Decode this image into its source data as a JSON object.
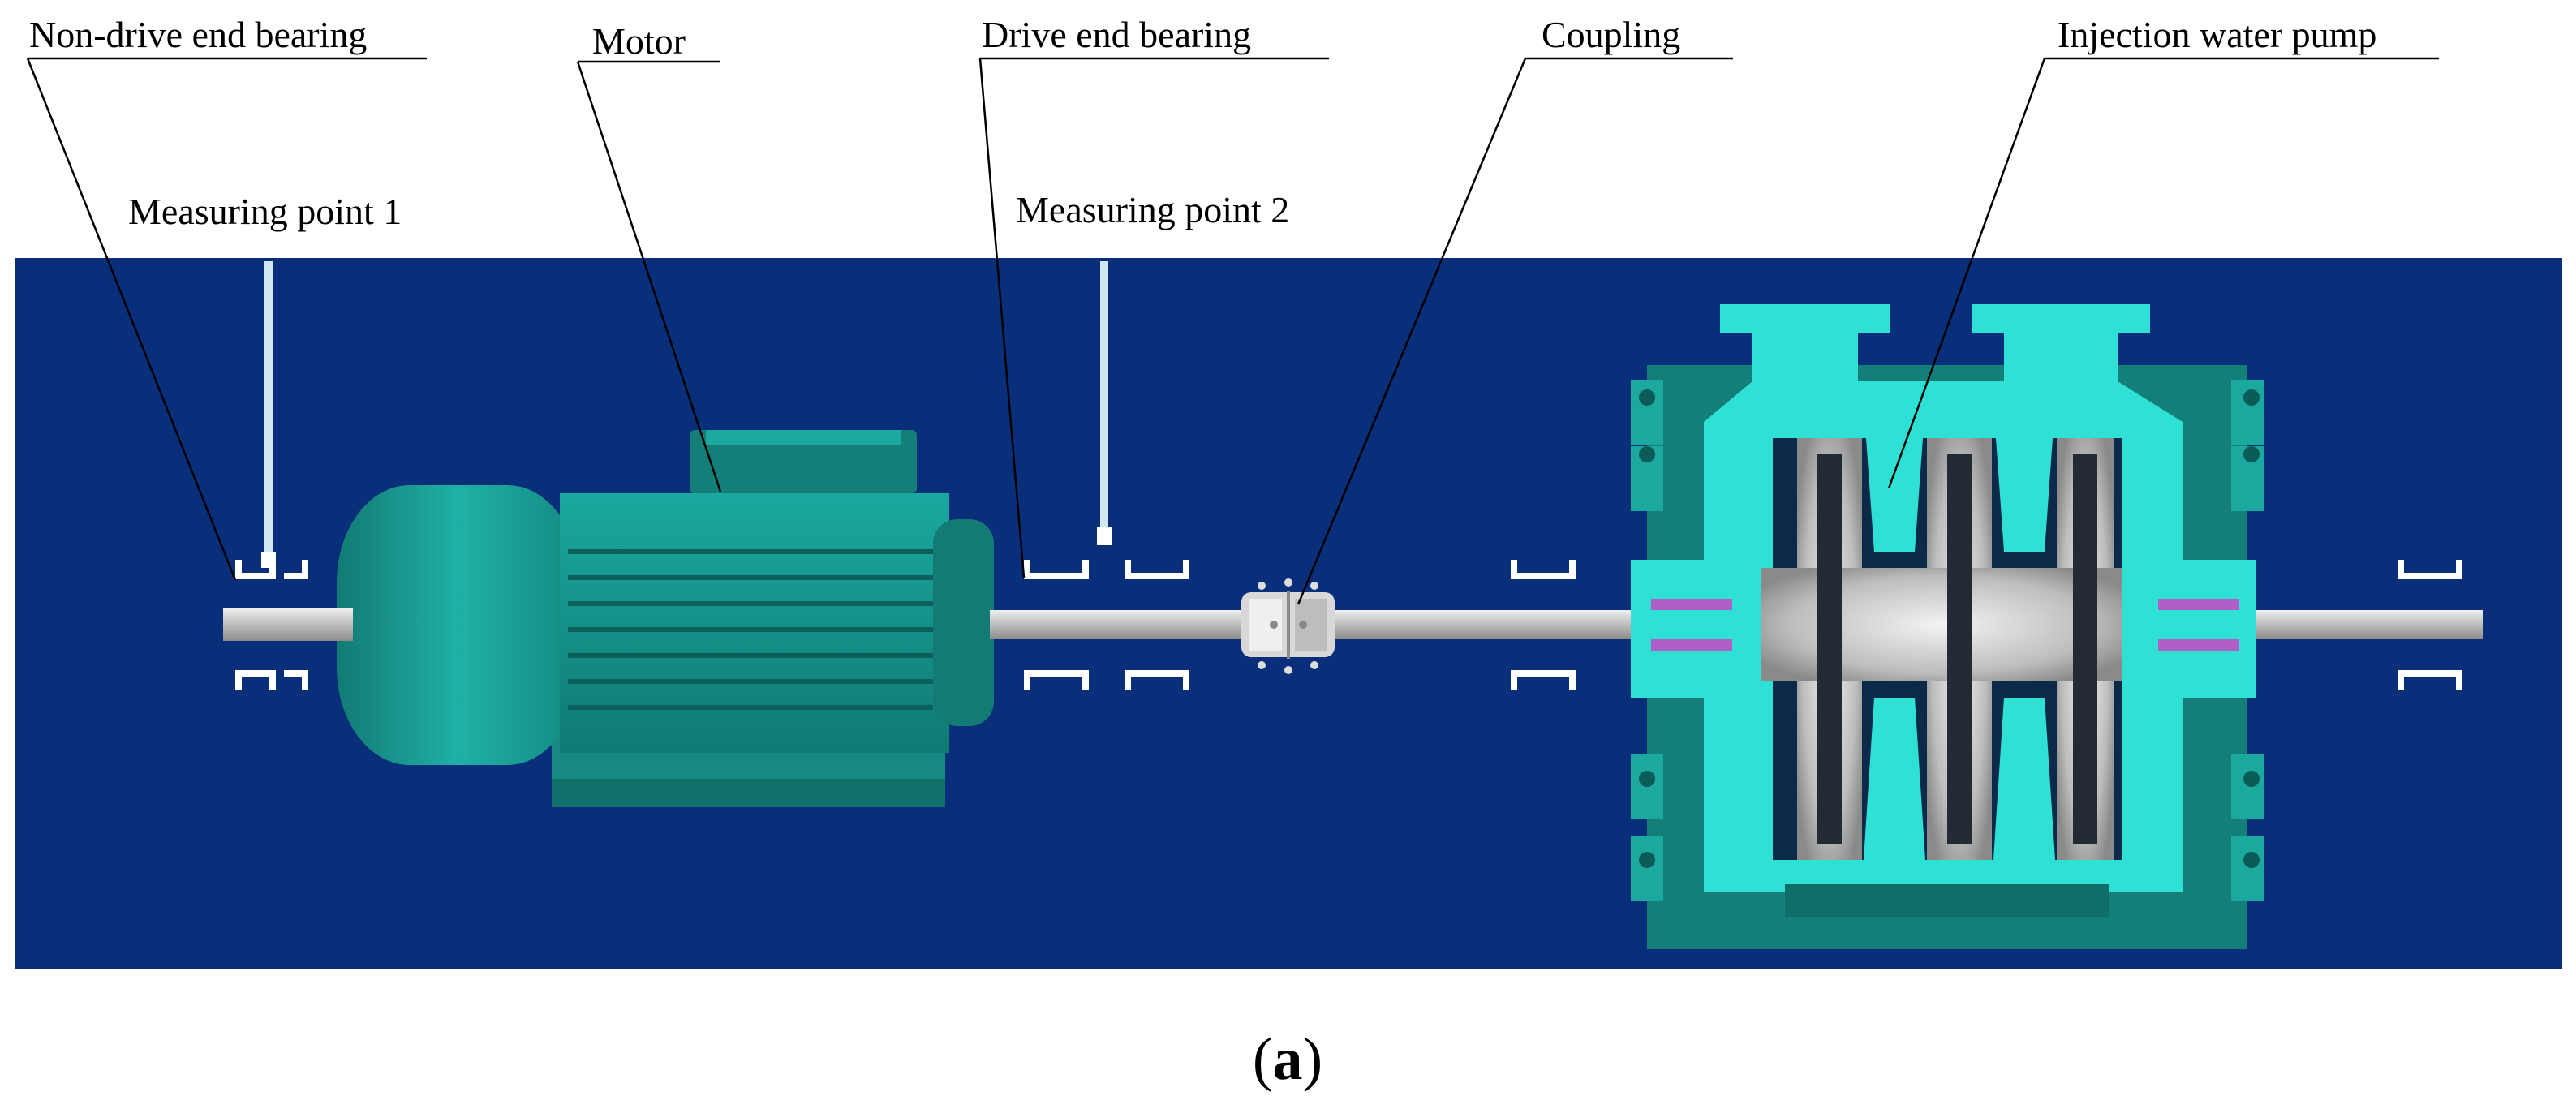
{
  "labels": {
    "non_drive_end_bearing": "Non-drive end bearing",
    "motor": "Motor",
    "drive_end_bearing": "Drive end bearing",
    "coupling": "Coupling",
    "injection_water_pump": "Injection water pump",
    "measuring_point_1": "Measuring point 1",
    "measuring_point_2": "Measuring point 2"
  },
  "caption": {
    "open_paren": "(",
    "letter": "a",
    "close_paren": ")"
  },
  "colors": {
    "background": "#0a2f7a",
    "motor_body": "#1a9c94",
    "pump_casing": "#2fe0d4",
    "shaft": "#c9c9c9",
    "leader_line": "#000000"
  }
}
